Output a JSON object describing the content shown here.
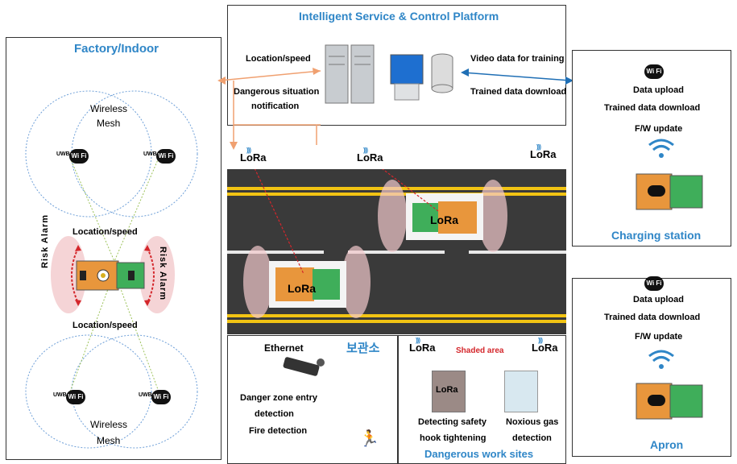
{
  "platform": {
    "title": "Intelligent Service & Control Platform",
    "left_label_1": "Location/speed",
    "left_label_2a": "Dangerous situation",
    "left_label_2b": "notification",
    "right_label_1": "Video data for training",
    "right_label_2": "Trained data download"
  },
  "factory": {
    "title": "Factory/Indoor",
    "mesh_top_1": "Wireless",
    "mesh_top_2": "Mesh",
    "loc_top": "Location/speed",
    "loc_bottom": "Location/speed",
    "risk_left": "Risk Alarm",
    "risk_right": "Risk Alarm",
    "mesh_bot_1": "Wireless",
    "mesh_bot_2": "Mesh",
    "uwb": "UWB",
    "wifi": "Wi Fi"
  },
  "road": {
    "lora_1": "LoRa",
    "lora_2": "LoRa",
    "lora_3": "LoRa",
    "cart_label_1": "LoRa",
    "cart_label_2": "LoRa"
  },
  "storage": {
    "ethernet": "Ethernet",
    "korean": "보관소",
    "line1": "Danger zone entry",
    "line2": "detection",
    "line3": "Fire detection"
  },
  "worksites": {
    "lora_left": "LoRa",
    "lora_right": "LoRa",
    "shaded": "Shaded area",
    "img_label": "LoRa",
    "cap1a": "Detecting safety",
    "cap1b": "hook tightening",
    "cap2a": "Noxious gas",
    "cap2b": "detection",
    "title": "Dangerous work sites"
  },
  "charging": {
    "wifi": "Wi Fi",
    "line1": "Data upload",
    "line2": "Trained data download",
    "line3": "F/W update",
    "title": "Charging station"
  },
  "apron": {
    "wifi": "Wi Fi",
    "line1": "Data upload",
    "line2": "Trained data download",
    "line3": "F/W update",
    "title": "Apron"
  },
  "colors": {
    "accent_blue": "#2f86c7",
    "arrow_orange": "#f0a070",
    "arrow_blue": "#1f6fb5",
    "cart_orange": "#e8963c",
    "cart_green": "#3fae5a",
    "risk_red": "#d4262b",
    "road_dark": "#3a3a3a",
    "road_yellow": "#f2c413"
  }
}
